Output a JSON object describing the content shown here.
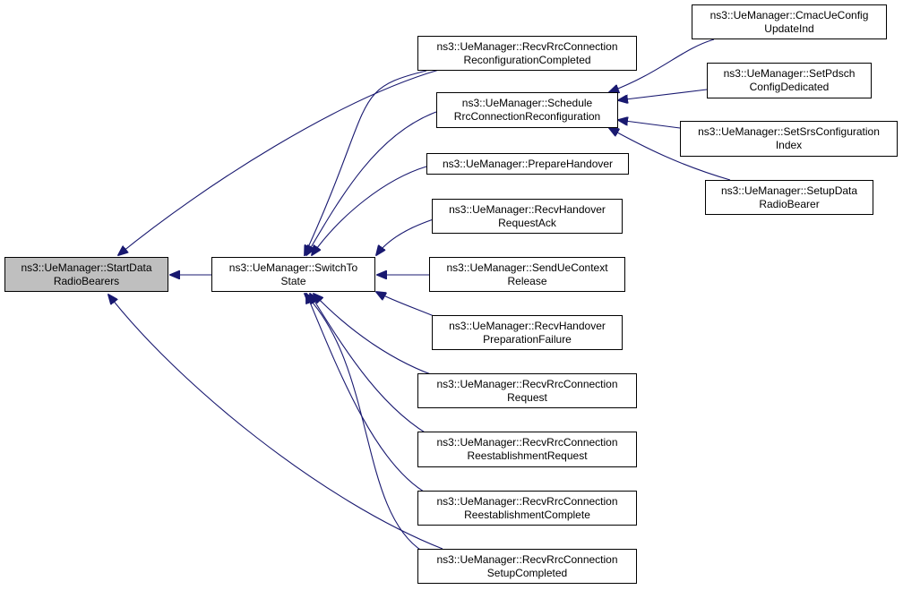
{
  "colors": {
    "edge": "#191970",
    "focus_fill": "#bfbfbf",
    "node_border": "#000000"
  },
  "nodes": {
    "start_data_radio_bearers": [
      "ns3::UeManager::StartData",
      "RadioBearers"
    ],
    "switch_to_state": [
      "ns3::UeManager::SwitchTo",
      "State"
    ],
    "recv_rrc_conn_reconf_completed": [
      "ns3::UeManager::RecvRrcConnection",
      "ReconfigurationCompleted"
    ],
    "schedule_rrc_conn_reconf": [
      "ns3::UeManager::Schedule",
      "RrcConnectionReconfiguration"
    ],
    "prepare_handover": [
      "ns3::UeManager::PrepareHandover"
    ],
    "recv_handover_request_ack": [
      "ns3::UeManager::RecvHandover",
      "RequestAck"
    ],
    "send_ue_context_release": [
      "ns3::UeManager::SendUeContext",
      "Release"
    ],
    "recv_handover_preparation_failure": [
      "ns3::UeManager::RecvHandover",
      "PreparationFailure"
    ],
    "recv_rrc_conn_request": [
      "ns3::UeManager::RecvRrcConnection",
      "Request"
    ],
    "recv_rrc_conn_reestablishment_request": [
      "ns3::UeManager::RecvRrcConnection",
      "ReestablishmentRequest"
    ],
    "recv_rrc_conn_reestablishment_complete": [
      "ns3::UeManager::RecvRrcConnection",
      "ReestablishmentComplete"
    ],
    "recv_rrc_conn_setup_completed": [
      "ns3::UeManager::RecvRrcConnection",
      "SetupCompleted"
    ],
    "cmac_ue_config_update_ind": [
      "ns3::UeManager::CmacUeConfig",
      "UpdateInd"
    ],
    "set_pdsch_config_dedicated": [
      "ns3::UeManager::SetPdsch",
      "ConfigDedicated"
    ],
    "set_srs_configuration_index": [
      "ns3::UeManager::SetSrsConfiguration",
      "Index"
    ],
    "setup_data_radio_bearer": [
      "ns3::UeManager::SetupData",
      "RadioBearer"
    ]
  },
  "edges": [
    {
      "from": "switch_to_state",
      "to": "start_data_radio_bearers"
    },
    {
      "from": "recv_rrc_conn_reconf_completed",
      "to": "start_data_radio_bearers"
    },
    {
      "from": "recv_rrc_conn_setup_completed",
      "to": "start_data_radio_bearers"
    },
    {
      "from": "recv_rrc_conn_reconf_completed",
      "to": "switch_to_state"
    },
    {
      "from": "schedule_rrc_conn_reconf",
      "to": "switch_to_state"
    },
    {
      "from": "prepare_handover",
      "to": "switch_to_state"
    },
    {
      "from": "recv_handover_request_ack",
      "to": "switch_to_state"
    },
    {
      "from": "send_ue_context_release",
      "to": "switch_to_state"
    },
    {
      "from": "recv_handover_preparation_failure",
      "to": "switch_to_state"
    },
    {
      "from": "recv_rrc_conn_request",
      "to": "switch_to_state"
    },
    {
      "from": "recv_rrc_conn_reestablishment_request",
      "to": "switch_to_state"
    },
    {
      "from": "recv_rrc_conn_reestablishment_complete",
      "to": "switch_to_state"
    },
    {
      "from": "recv_rrc_conn_setup_completed",
      "to": "switch_to_state"
    },
    {
      "from": "cmac_ue_config_update_ind",
      "to": "schedule_rrc_conn_reconf"
    },
    {
      "from": "set_pdsch_config_dedicated",
      "to": "schedule_rrc_conn_reconf"
    },
    {
      "from": "set_srs_configuration_index",
      "to": "schedule_rrc_conn_reconf"
    },
    {
      "from": "setup_data_radio_bearer",
      "to": "schedule_rrc_conn_reconf"
    }
  ]
}
